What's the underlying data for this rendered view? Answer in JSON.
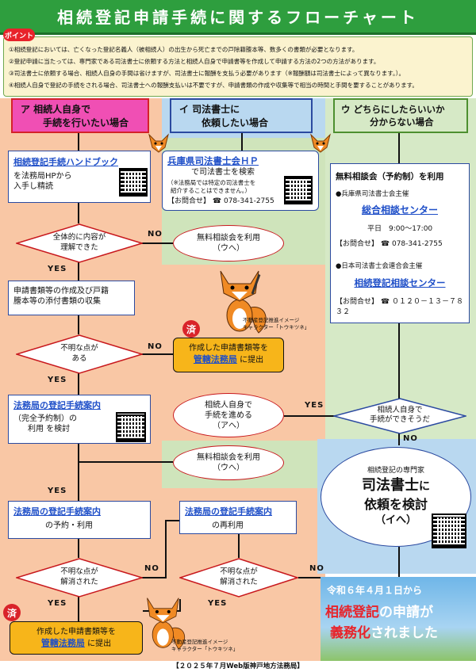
{
  "title": "相続登記申請手続に関するフローチャート",
  "point_badge": "ポイント",
  "points": [
    "①相続登記においては、亡くなった登記名義人（被相続人）の出生から死亡までの戸除籍謄本等、数多くの書類が必要となります。",
    "②登記申請に当たっては、専門家である司法書士に依頼する方法と相続人自身で申請書等を作成して申請する方法の2つの方法があります。",
    "③司法書士に依頼する場合、相続人自身の手間は省けますが、司法書士に報酬を支払う必要があります（※報酬額は司法書士によって異なります。）。",
    "④相続人自身で登記の手続をされる場合、司法書士への報酬支払いは不要ですが、申請書類の作成や収集等で相当の時間と手間を要することがあります。"
  ],
  "col_a": {
    "title_1": "ア 相続人自身で",
    "title_2": "手続を行いたい場合"
  },
  "col_b": {
    "title_1": "イ 司法書士に",
    "title_2": "依頼したい場合"
  },
  "col_c": {
    "title_1": "ウ どちらにしたらいいか",
    "title_2": "分からない場合"
  },
  "handbook": {
    "link": "相続登記手続ハンドブック",
    "line1": "を法務局HPから",
    "line2": "入手し精読"
  },
  "hyogo": {
    "link": "兵庫県司法書士会ＨＰ",
    "line1": "で司法書士を検索",
    "note1": "（※法務局では特定の司法書士を",
    "note2": "紹介することはできません。）",
    "contact_label": "【お問合せ】",
    "contact_tel": "☎ 078-341-2755"
  },
  "consult": {
    "heading": "無料相談会（予約制）を利用",
    "org1": "●兵庫県司法書士会主催",
    "center1": "総合相談センター",
    "hours": "平日　9:00～17:00",
    "contact_label": "【お問合せ】",
    "tel1": "☎ 078-341-2755",
    "org2": "●日本司法書士会連合会主催",
    "center2": "相続登記相談センター",
    "tel2": "☎ ０１２０－１３－７８３２"
  },
  "d1": {
    "line1": "全体的に内容が",
    "line2": "理解できた"
  },
  "free1": {
    "line1": "無料相談会を利用",
    "line2": "（ウへ）"
  },
  "collect": {
    "line1": "申請書類等の作成及び戸籍",
    "line2": "謄本等の添付書類の収集"
  },
  "character": {
    "caption1": "不動産登記推進イメージ",
    "caption2": "キャラクター「トウキツネ」"
  },
  "d2": {
    "line1": "不明な点が",
    "line2": "ある"
  },
  "submit1": {
    "line1": "作成した申請書類等を",
    "link": "管轄法務局",
    "tail": " に提出"
  },
  "sumi": "済",
  "guide1": {
    "link": "法務局の登記手続案内",
    "line1": "（完全予約制）の",
    "line2": "利用 を検討"
  },
  "self": {
    "line1": "相続人自身で",
    "line2": "手続を進める",
    "line3": "（アへ）"
  },
  "d_self": {
    "line1": "相続人自身で",
    "line2": "手続ができそうだ"
  },
  "free2": {
    "line1": "無料相談会を利用",
    "line2": "（ウへ）"
  },
  "expert": {
    "sub": "相続登記の専門家",
    "main1": "司法書士",
    "main1_tail": "に",
    "main2": "依頼を検討",
    "main3": "（イへ）"
  },
  "guide2": {
    "link": "法務局の登記手続案内",
    "line1": "の予約・利用"
  },
  "guide3": {
    "link": "法務局の登記手続案内",
    "line1": "の再利用"
  },
  "d3": {
    "line1": "不明な点が",
    "line2": "解消された"
  },
  "d4": {
    "line1": "不明な点が",
    "line2": "解消された"
  },
  "submit2": {
    "line1": "作成した申請書類等を",
    "link": "管轄法務局",
    "tail": " に提出"
  },
  "banner": {
    "line1": "令和６年４月１日から",
    "line2a": "相続登記",
    "line2b": "の申請が",
    "line3a": "義務化",
    "line3b": "されました"
  },
  "footer": "【２０２５年７月Web版神戸地方法務局】",
  "labels": {
    "yes": "YES",
    "no": "NO"
  }
}
